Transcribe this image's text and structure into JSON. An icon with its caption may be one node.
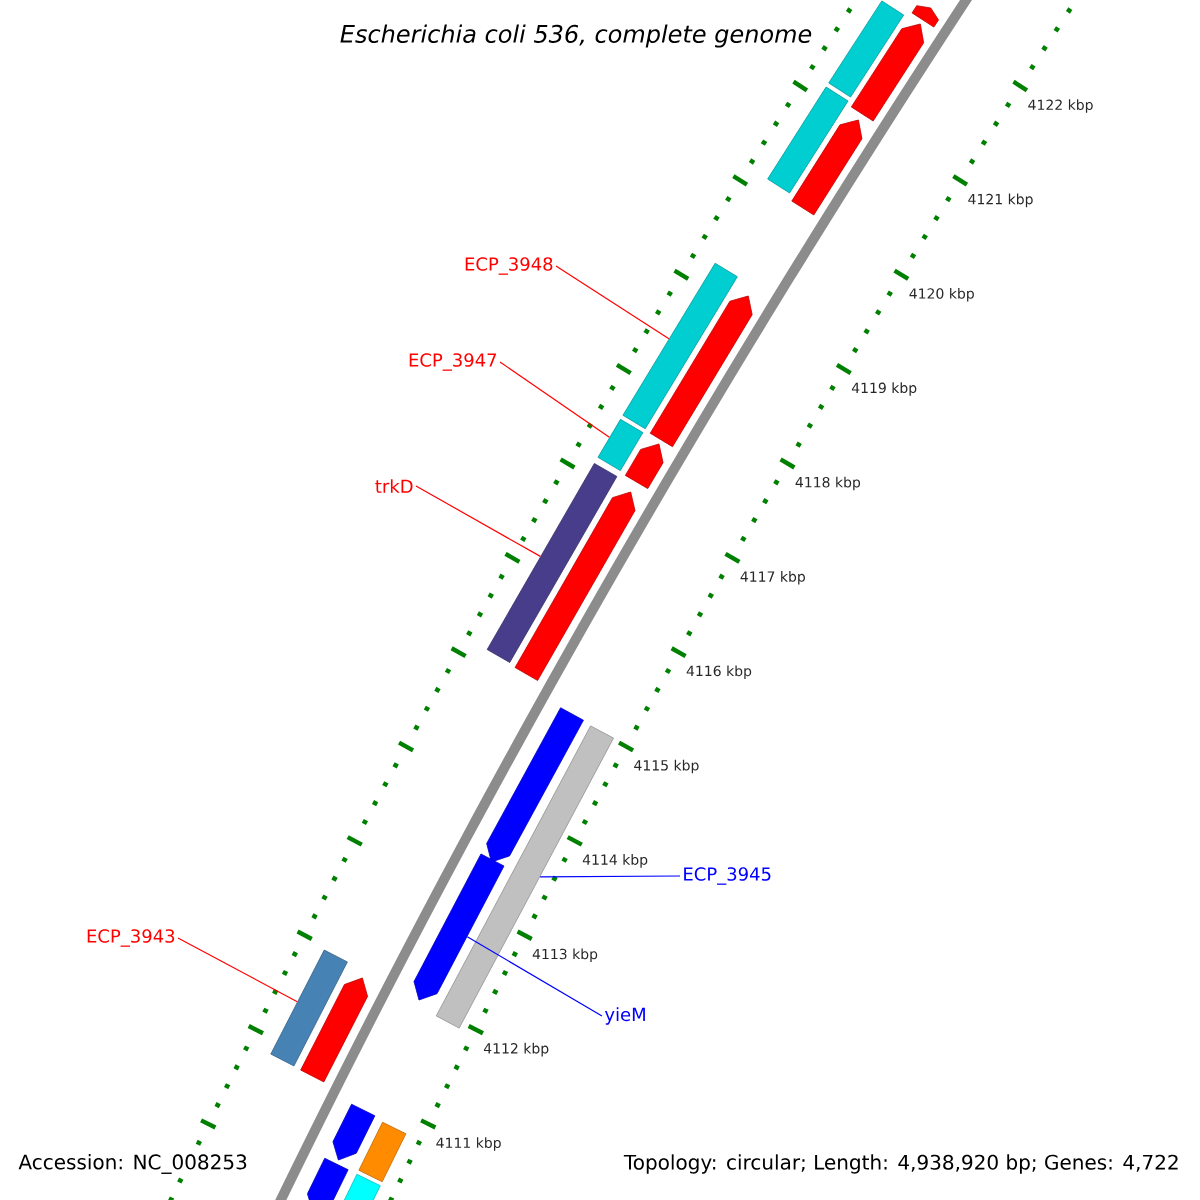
{
  "diagram": {
    "title": "*Escherichia coli* 536, complete genome",
    "nodes": [
      {
        "text": [],
        "shape": "bar"
      },
      {
        "text": [],
        "shape": "bar"
      },
      {
        "text": [],
        "shape": "bar"
      },
      {
        "text": [],
        "shape": "bar"
      },
      {
        "text": [],
        "shape": "bar"
      },
      {
        "text": [
          "ECP_3948"
        ]
      },
      {
        "text": [],
        "shape": "bar"
      },
      {
        "text": [],
        "shape": "bar"
      },
      {
        "text": [
          "ECP_3947"
        ]
      },
      {
        "text": [],
        "shape": "bar"
      },
      {
        "text": [],
        "shape": "bar"
      },
      {
        "text": [
          "trkD"
        ]
      },
      {
        "text": [],
        "shape": "bar"
      },
      {
        "text": [],
        "shape": "bar"
      },
      {
        "text": [],
        "shape": "bar"
      },
      {
        "text": [],
        "shape": "bar"
      },
      {
        "text": [
          "ECP_3945"
        ]
      },
      {
        "text": [],
        "shape": "bar"
      },
      {
        "text": [
          "ECP_3943"
        ]
      },
      {
        "text": [],
        "shape": "bar"
      },
      {
        "text": [],
        "shape": "bar"
      },
      {
        "text": [
          "yieM"
        ]
      },
      {
        "text": [],
        "shape": "bar"
      },
      {
        "text": [],
        "shape": "bar"
      },
      {
        "text": [],
        "shape": "bar"
      },
      {
        "text": [],
        "shape": "bar"
      }
    ],
    "edges": [
      {
        "from": 5,
        "to": 6,
        "arrow": "none"
      },
      {
        "from": 8,
        "to": 9,
        "arrow": "none"
      },
      {
        "from": 11,
        "to": 12,
        "arrow": "none"
      },
      {
        "from": 16,
        "to": 15,
        "arrow": "none",
        "color": "#0000ff"
      },
      {
        "from": 18,
        "to": 19,
        "arrow": "none"
      },
      {
        "from": 21,
        "to": 17,
        "arrow": "none",
        "color": "#0000ff"
      }
    ],
    "labels": [
      "4122 kbp",
      "4121 kbp",
      "4120 kbp",
      "4119 kbp",
      "4118 kbp",
      "4117 kbp",
      "4116 kbp",
      "4115 kbp",
      "4114 kbp",
      "4113 kbp",
      "4112 kbp",
      "4111 kbp",
      "Accession: NC_008253",
      "Topology: circular; Length: 4,938,920 bp; Genes: 4,722"
    ]
  }
}
